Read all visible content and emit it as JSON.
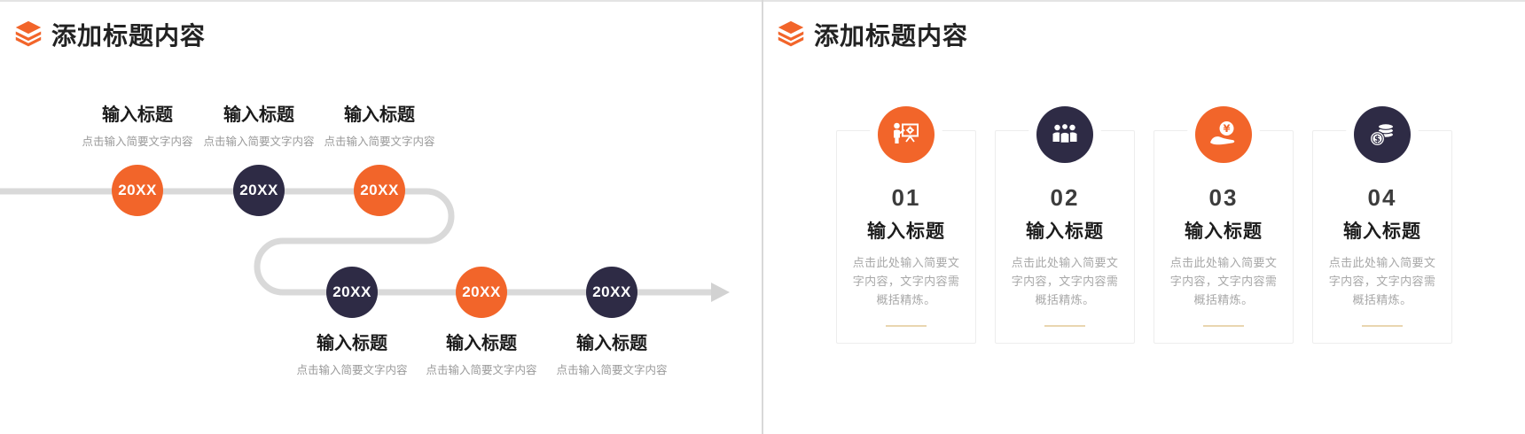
{
  "colors": {
    "accent_orange": "#F2652A",
    "dark_navy": "#2E2B45",
    "timeline_gray": "#D9D9D9",
    "card_divider_tan": "#E9D6B0"
  },
  "left_slide": {
    "title": "添加标题内容",
    "items_top": [
      {
        "year": "20XX",
        "title": "输入标题",
        "desc": "点击输入简要文字内容"
      },
      {
        "year": "20XX",
        "title": "输入标题",
        "desc": "点击输入简要文字内容"
      },
      {
        "year": "20XX",
        "title": "输入标题",
        "desc": "点击输入简要文字内容"
      }
    ],
    "items_bottom": [
      {
        "year": "20XX",
        "title": "输入标题",
        "desc": "点击输入简要文字内容"
      },
      {
        "year": "20XX",
        "title": "输入标题",
        "desc": "点击输入简要文字内容"
      },
      {
        "year": "20XX",
        "title": "输入标题",
        "desc": "点击输入简要文字内容"
      }
    ]
  },
  "right_slide": {
    "title": "添加标题内容",
    "cards": [
      {
        "number": "01",
        "title": "输入标题",
        "desc": "点击此处输入简要文字内容，文字内容需概括精炼。",
        "icon": "presentation-icon"
      },
      {
        "number": "02",
        "title": "输入标题",
        "desc": "点击此处输入简要文字内容，文字内容需概括精炼。",
        "icon": "team-icon"
      },
      {
        "number": "03",
        "title": "输入标题",
        "desc": "点击此处输入简要文字内容，文字内容需概括精炼。",
        "icon": "hand-coin-icon"
      },
      {
        "number": "04",
        "title": "输入标题",
        "desc": "点击此处输入简要文字内容，文字内容需概括精炼。",
        "icon": "coins-icon"
      }
    ]
  }
}
